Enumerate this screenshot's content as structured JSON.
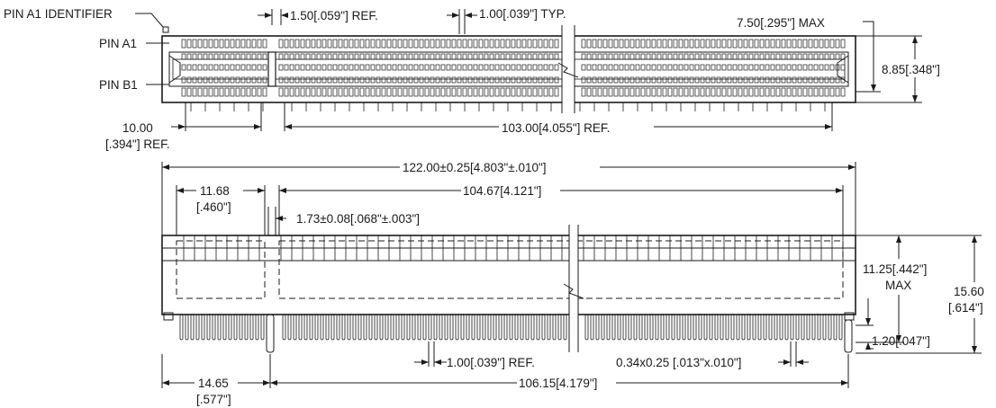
{
  "top_view": {
    "pin_a1_identifier": "PIN A1 IDENTIFIER",
    "pin_a1": "PIN A1",
    "pin_b1": "PIN B1",
    "pitch_ref": "1.50[.059\"] REF.",
    "pitch_typ": "1.00[.039\"] TYP.",
    "max_height": "7.50[.295\"] MAX",
    "depth": "8.85[.348\"]",
    "key_offset_line1": "10.00",
    "key_offset_line2": "[.394\"] REF.",
    "long_span": "103.00[4.055\"] REF."
  },
  "front_view": {
    "overall_length": "122.00±0.25[4.803\"±.010\"]",
    "short_segment_line1": "11.68",
    "short_segment_line2": "[.460\"]",
    "long_segment": "104.67[4.121\"]",
    "key_width": "1.73±0.08[.068\"±.003\"]",
    "body_height_line1": "11.25[.442\"]",
    "body_height_line2": "MAX",
    "total_height_line1": "15.60",
    "total_height_line2": "[.614\"]",
    "tail_length": "1.20[.047\"]",
    "tail_pitch": "1.00[.039\"] REF.",
    "tail_size": "0.34x0.25 [.013\"x.010\"]",
    "post_offset_line1": "14.65",
    "post_offset_line2": "[.577\"]",
    "post_span": "106.15[4.179\"]"
  }
}
